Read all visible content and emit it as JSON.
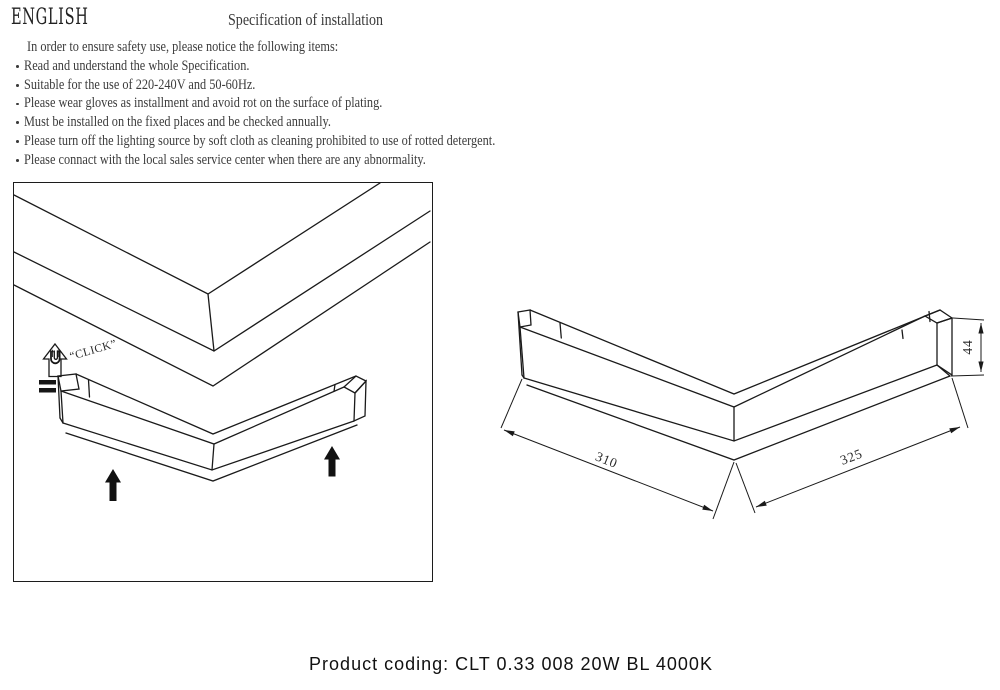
{
  "header": {
    "language_label": "ENGLISH",
    "title": "Specification of installation"
  },
  "safety": {
    "intro": "In order to ensure safety use, please notice the following items:",
    "items": [
      "Read and understand the whole Specification.",
      "Suitable for the use of 220-240V and 50-60Hz.",
      "Please wear gloves as installment and avoid rot on the surface of plating.",
      "Must be installed on the fixed places and be checked annually.",
      "Please turn off the lighting source by soft cloth as cleaning prohibited to use of rotted detergent.",
      "Please connact with the local sales service center when there are any abnormality."
    ]
  },
  "installation_box": {
    "click_label": "“CLICK”"
  },
  "dimension_diagram": {
    "length_left_mm": "310",
    "length_right_mm": "325",
    "height_mm": "44"
  },
  "footer": {
    "product_coding": "Product coding: CLT 0.33 008 20W BL 4000K"
  },
  "colors": {
    "ink": "#2f2f2f",
    "line": "#1a1a1a"
  }
}
